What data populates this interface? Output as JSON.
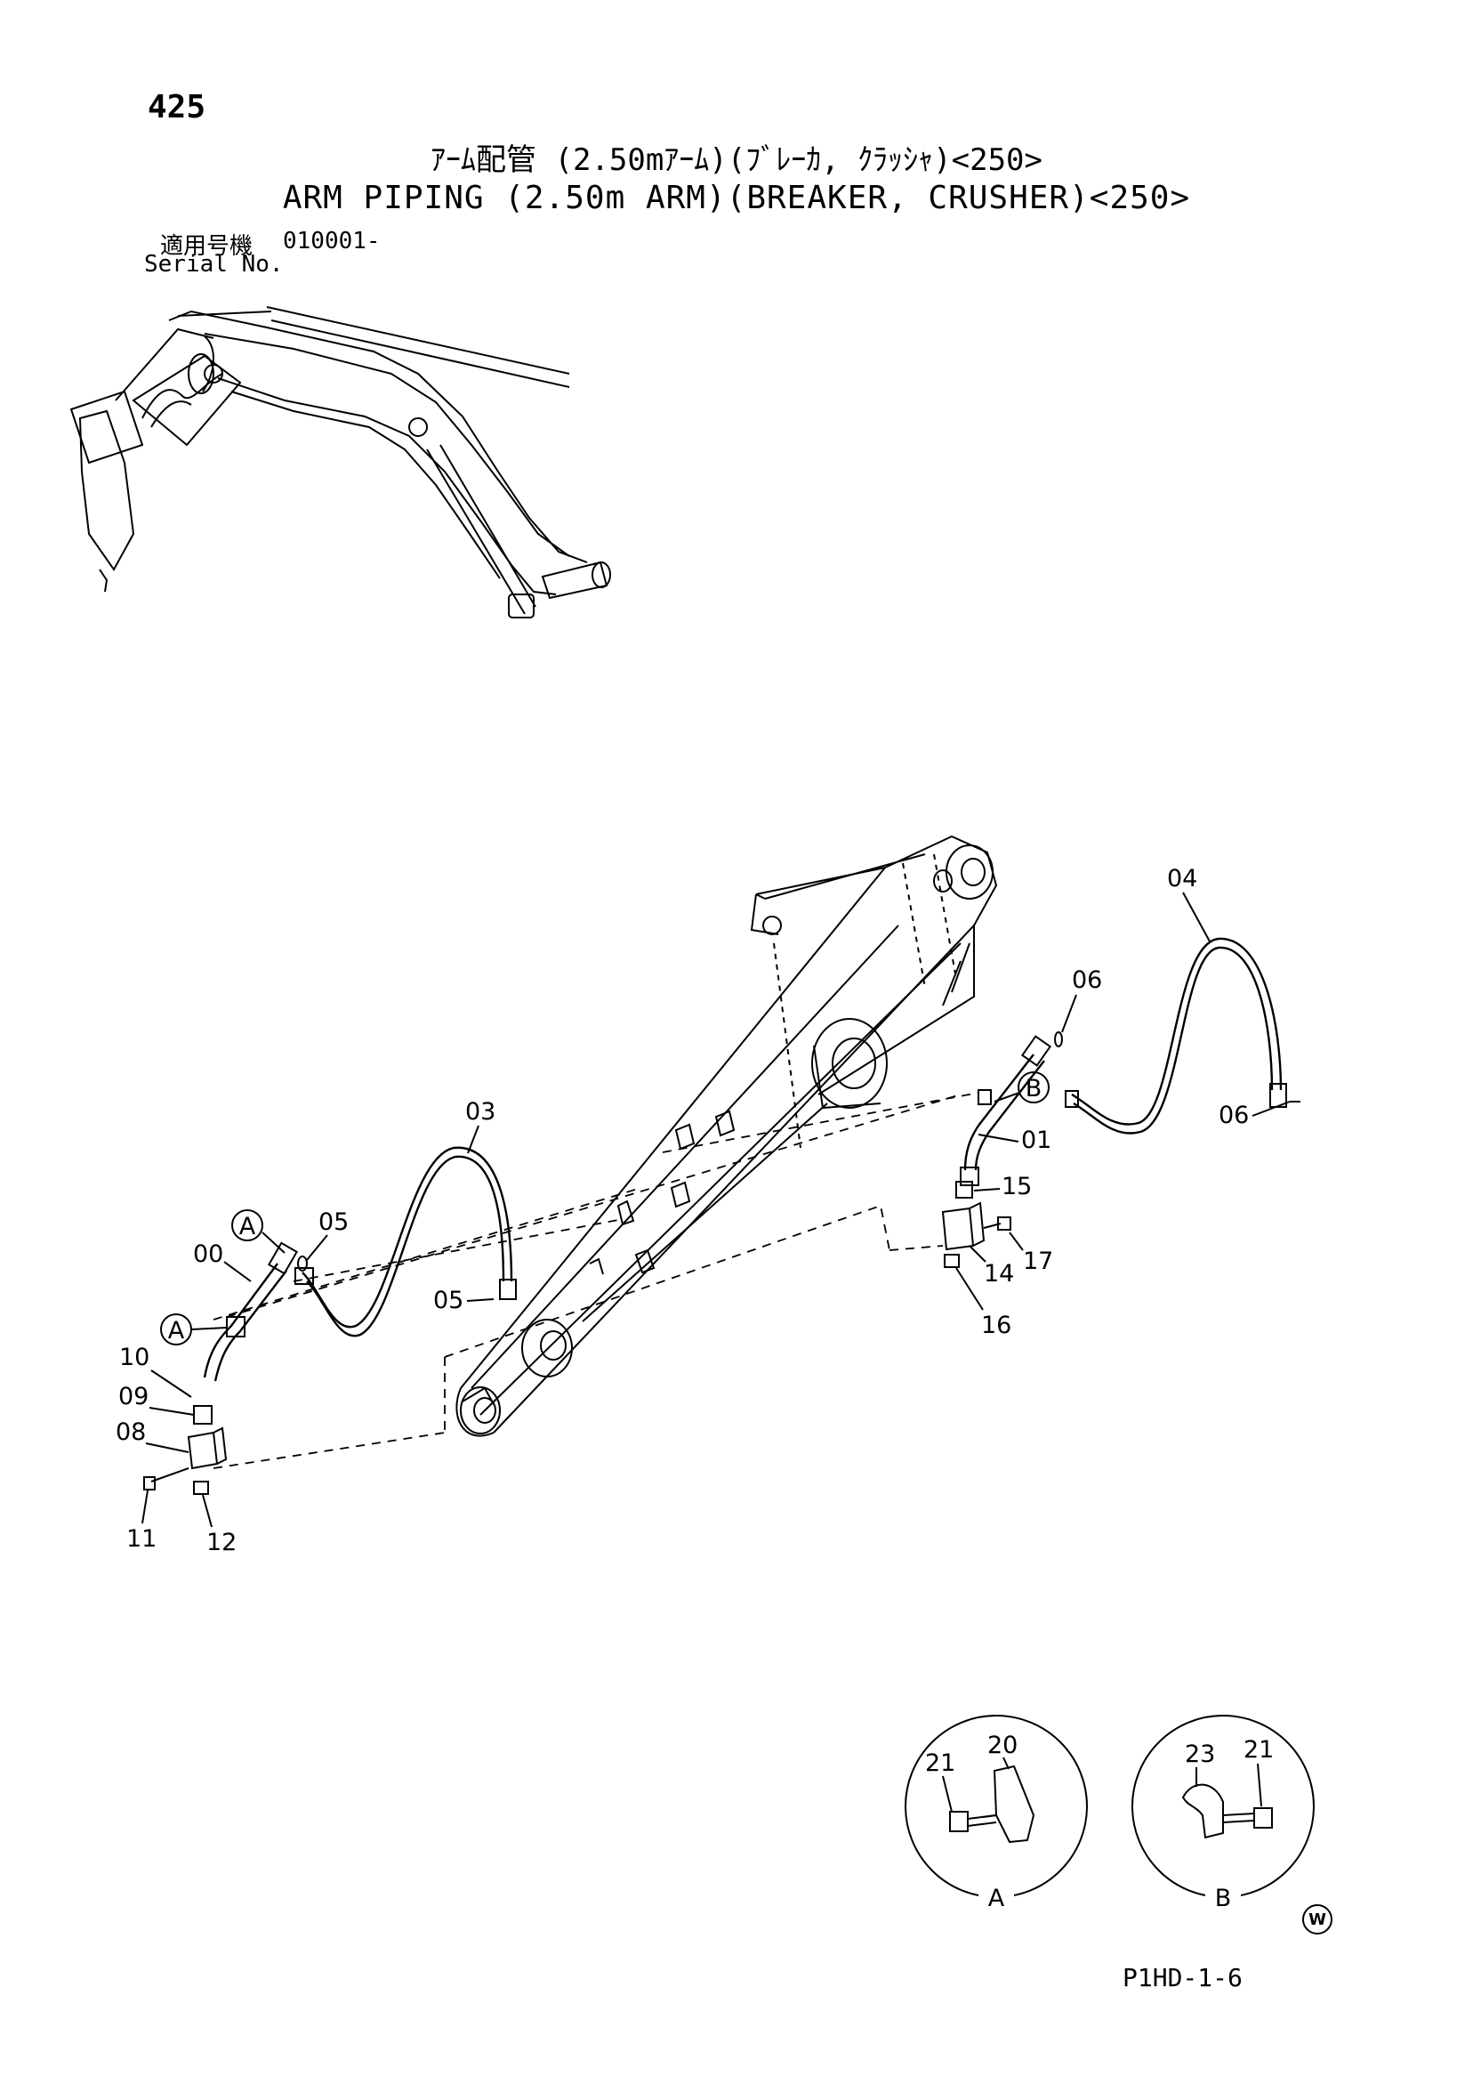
{
  "header": {
    "page_number": "425",
    "title_jp": "ｱｰﾑ配管 (2.50mｱｰﾑ)(ﾌﾞﾚｰｶ, ｸﾗｯｼｬ)<250>",
    "title_en": "ARM PIPING (2.50m ARM)(BREAKER, CRUSHER)<250>",
    "serial_label_jp": "適用号機",
    "serial_value": "010001-",
    "serial_label_en": "Serial No."
  },
  "callouts": {
    "c00": "00",
    "c01": "01",
    "c03": "03",
    "c04": "04",
    "c05a": "05",
    "c05b": "05",
    "c06a": "06",
    "c06b": "06",
    "c08": "08",
    "c09": "09",
    "c10": "10",
    "c11": "11",
    "c12": "12",
    "c14": "14",
    "c15": "15",
    "c16": "16",
    "c17": "17",
    "detA_20": "20",
    "detA_21": "21",
    "detB_23": "23",
    "detB_21": "21"
  },
  "markers": {
    "a1": "A",
    "a2": "A",
    "b1": "B",
    "detail_a": "A",
    "detail_b": "B"
  },
  "footer": {
    "w_mark": "W",
    "doc_code": "P1HD-1-6"
  }
}
